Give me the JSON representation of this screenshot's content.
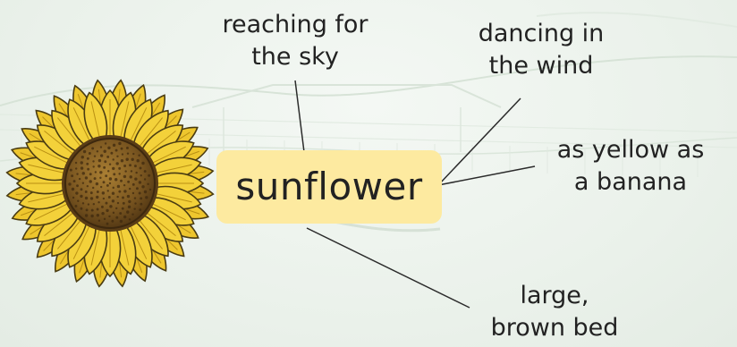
{
  "diagram": {
    "center_label": "sunflower",
    "descriptors": [
      "reaching for\nthe sky",
      "dancing in\nthe wind",
      "as yellow as\na banana",
      "large,\nbrown bed"
    ],
    "colors": {
      "center_fill": "#fdeaa0",
      "petal": "#f3d13a",
      "petal_outline": "#4a3c12",
      "seed_center": "#8a6428",
      "seed_dot": "#3f2a0f",
      "connector": "#2b2b2b",
      "background": "#edf3ed"
    }
  }
}
